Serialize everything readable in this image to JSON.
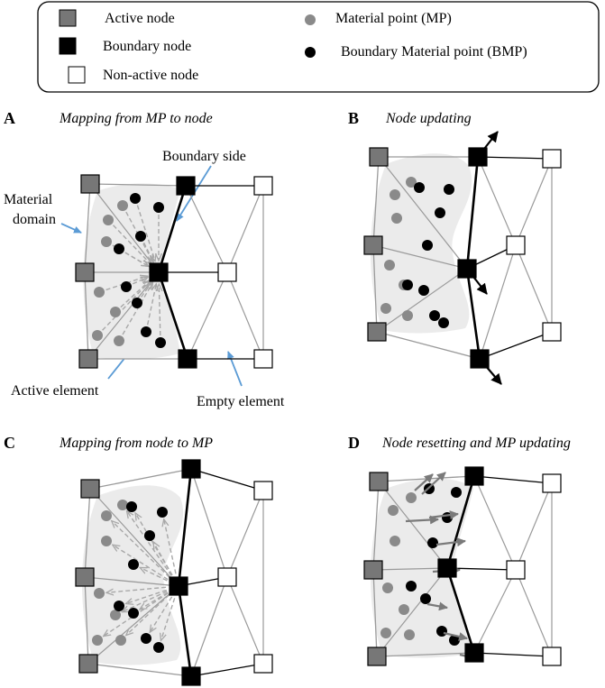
{
  "legend": {
    "items": [
      {
        "label": "Active node"
      },
      {
        "label": "Boundary node"
      },
      {
        "label": "Non-active node"
      },
      {
        "label": "Material point (MP)"
      },
      {
        "label": "Boundary Material point (BMP)"
      }
    ]
  },
  "panels": [
    {
      "letter": "A",
      "title": "Mapping from MP to node"
    },
    {
      "letter": "B",
      "title": "Node updating"
    },
    {
      "letter": "C",
      "title": "Mapping from node to MP"
    },
    {
      "letter": "D",
      "title": "Node resetting and MP updating"
    }
  ],
  "annotations": {
    "boundary_side": "Boundary side",
    "material_domain_1": "Material",
    "material_domain_2": "domain",
    "active_element": "Active element",
    "empty_element": "Empty element"
  },
  "colors": {
    "active_node_fill": "#777777",
    "boundary_node_fill": "#000000",
    "nonactive_node_fill": "#ffffff",
    "mp_fill": "#8a8a8a",
    "bmp_fill": "#000000",
    "domain_fill": "#ebebeb",
    "annotation_arrow": "#5b9bd5",
    "mesh_line": "#9a9a9a",
    "mapping_arrow": "#a8a8a8",
    "update_arrow": "#7a7a7a"
  }
}
